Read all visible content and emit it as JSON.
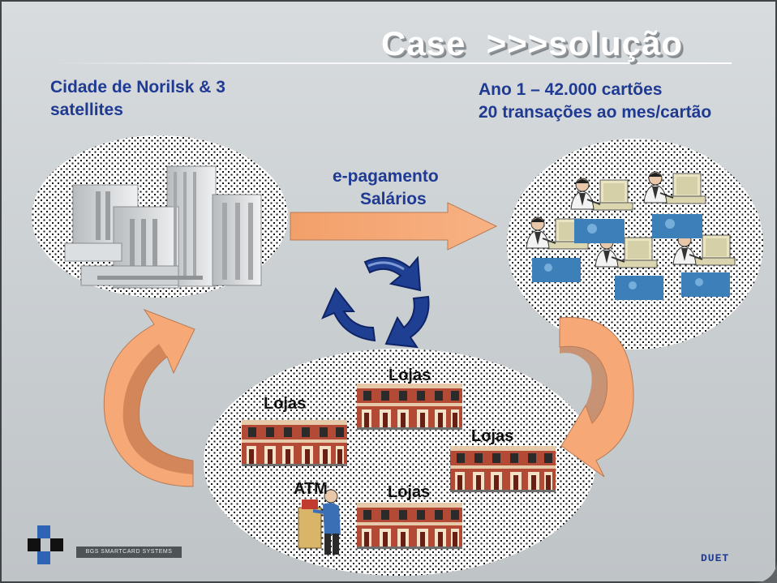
{
  "title": "Case  >>>solução",
  "city": {
    "line1": "Cidade de Norilsk & 3",
    "line2": "satellites"
  },
  "cards": {
    "line1": "Ano 1 – 42.000 cartões",
    "line2": "20 transações ao mes/cartão"
  },
  "payment": {
    "line1": "e-pagamento",
    "line2": "Salários"
  },
  "stores": {
    "lojas_1": "Lojas",
    "lojas_2": "Lojas",
    "lojas_3": "Lojas",
    "lojas_4": "Lojas",
    "atm": "ATM"
  },
  "footer": {
    "brand": "BGS SMARTCARD SYSTEMS",
    "right_logo": "DUET"
  },
  "colors": {
    "text_blue": "#1f3a93",
    "arrow_orange": "#f4a36f",
    "arrow_dark": "#c77b4f",
    "recycle_blue": "#1f3f92"
  }
}
